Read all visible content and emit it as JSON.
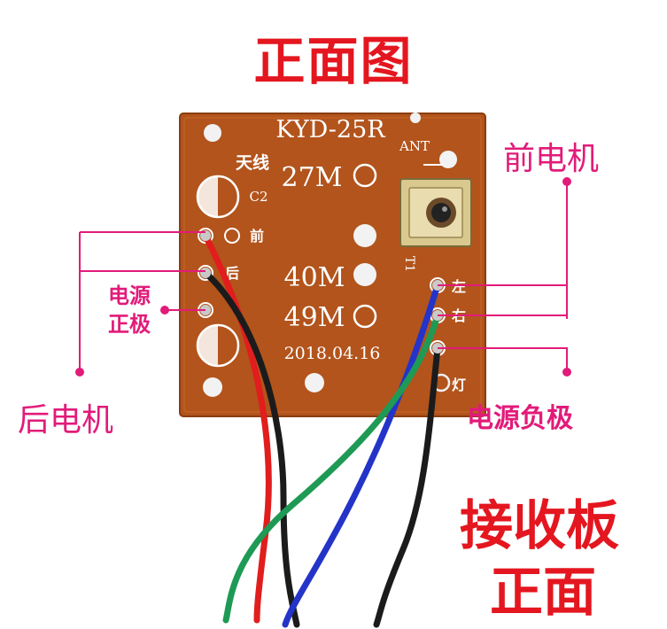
{
  "title": "正面图",
  "board": {
    "model": "KYD-25R",
    "ant": "ANT",
    "antenna_label": "天线",
    "c2": "C2",
    "front_mark": "前",
    "back_mark": "后",
    "freq_27": "27M",
    "freq_40": "40M",
    "freq_49": "49M",
    "date": "2018.04.16",
    "t1": "T1",
    "left_mark": "左",
    "right_mark": "右",
    "light_mark": "灯",
    "minus_mark": "-"
  },
  "callouts": {
    "front_motor": "前电机",
    "rear_motor": "后电机",
    "power_positive_line1": "电源",
    "power_positive_line2": "正极",
    "power_negative": "电源负极"
  },
  "caption_line1": "接收板",
  "caption_line2": "正面",
  "colors": {
    "title_red": "#e4161f",
    "callout_pink": "#e21b7a",
    "pcb_orange": "#b2541c",
    "wire_red": "#e11d1d",
    "wire_black": "#1b1b1b",
    "wire_blue": "#2434c8",
    "wire_green": "#1e9a55"
  }
}
